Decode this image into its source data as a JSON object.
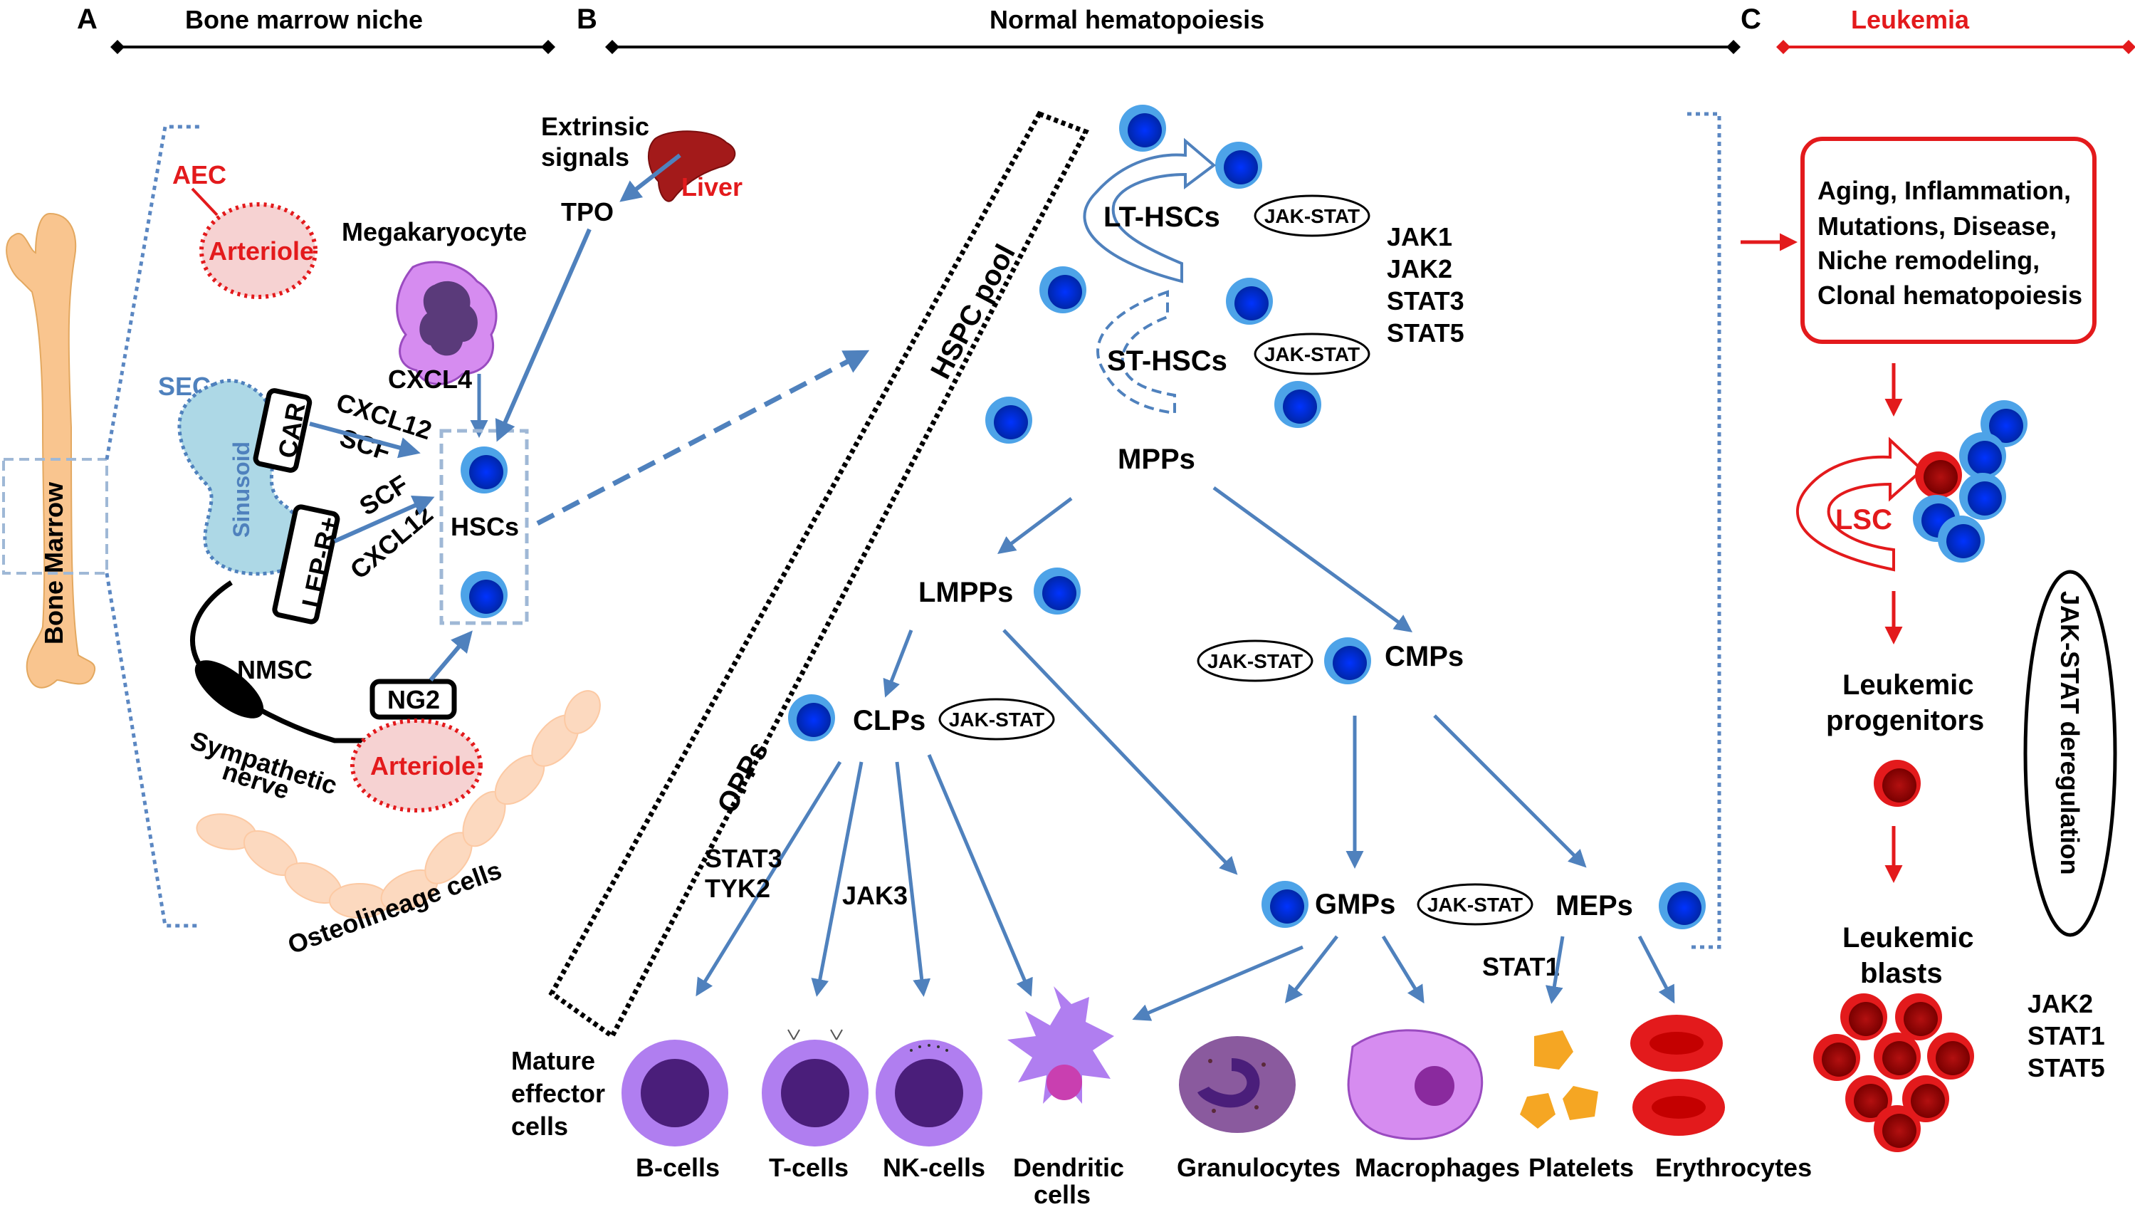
{
  "panels": {
    "a_letter": "A",
    "a_title": "Bone marrow niche",
    "b_letter": "B",
    "b_title": "Normal hematopoiesis",
    "c_letter": "C",
    "c_title": "Leukemia"
  },
  "niche": {
    "bone_marrow": "Bone Marrow",
    "aec": "AEC",
    "arteriole_top": "Arteriole",
    "megakaryocyte": "Megakaryocyte",
    "cxcl4": "CXCL4",
    "sec": "SEC",
    "sinusoid": "Sinusoid",
    "car": "CAR",
    "lepr": "LEP-R+",
    "cxcl12_a": "CXCL12",
    "scf_a": "SCF",
    "scf_b": "SCF",
    "cxcl12_b": "CXCL12",
    "hscs": "HSCs",
    "nmsc": "NMSC",
    "ng2": "NG2",
    "sympathetic_1": "Sympathetic",
    "sympathetic_2": "nerve",
    "arteriole_bottom": "Arteriole",
    "osteolineage": "Osteolineage  cells",
    "extrinsic_1": "Extrinsic",
    "extrinsic_2": "signals",
    "liver": "Liver",
    "tpo": "TPO"
  },
  "hierarchy": {
    "hspc_pool": "HSPC pool",
    "opps": "OPPs",
    "lt_hscs": "LT-HSCs",
    "st_hscs": "ST-HSCs",
    "jak_stat": "JAK-STAT",
    "jak_list": [
      "JAK1",
      "JAK2",
      "STAT3",
      "STAT5"
    ],
    "mpps": "MPPs",
    "lmpps": "LMPPs",
    "cmps": "CMPs",
    "clps": "CLPs",
    "gmps": "GMPs",
    "meps": "MEPs",
    "stat3": "STAT3",
    "tyk2": "TYK2",
    "jak3": "JAK3",
    "stat1": "STAT1",
    "mature_1": "Mature",
    "mature_2": "effector",
    "mature_3": "cells"
  },
  "cells": {
    "b_cells": "B-cells",
    "t_cells": "T-cells",
    "nk_cells": "NK-cells",
    "dendritic_1": "Dendritic",
    "dendritic_2": "cells",
    "granulocytes": "Granulocytes",
    "macrophages": "Macrophages",
    "platelets": "Platelets",
    "erythrocytes": "Erythrocytes"
  },
  "leukemia": {
    "causes": [
      "Aging, Inflammation,",
      "Mutations, Disease,",
      "Niche remodeling,",
      "Clonal hematopoiesis"
    ],
    "lsc": "LSC",
    "progenitors_1": "Leukemic",
    "progenitors_2": "progenitors",
    "blasts_1": "Leukemic",
    "blasts_2": "blasts",
    "deregulation": "JAK-STAT deregulation",
    "genes": [
      "JAK2",
      "STAT1",
      "STAT5"
    ]
  },
  "colors": {
    "red": "#e31a1c",
    "blue_arrow": "#4f81bd",
    "cell_blue": "#0033cc",
    "cell_ring": "#4da3e8",
    "bone": "#f9c58f",
    "sinusoid": "#add8e6",
    "osteo": "#fcd9bf"
  }
}
